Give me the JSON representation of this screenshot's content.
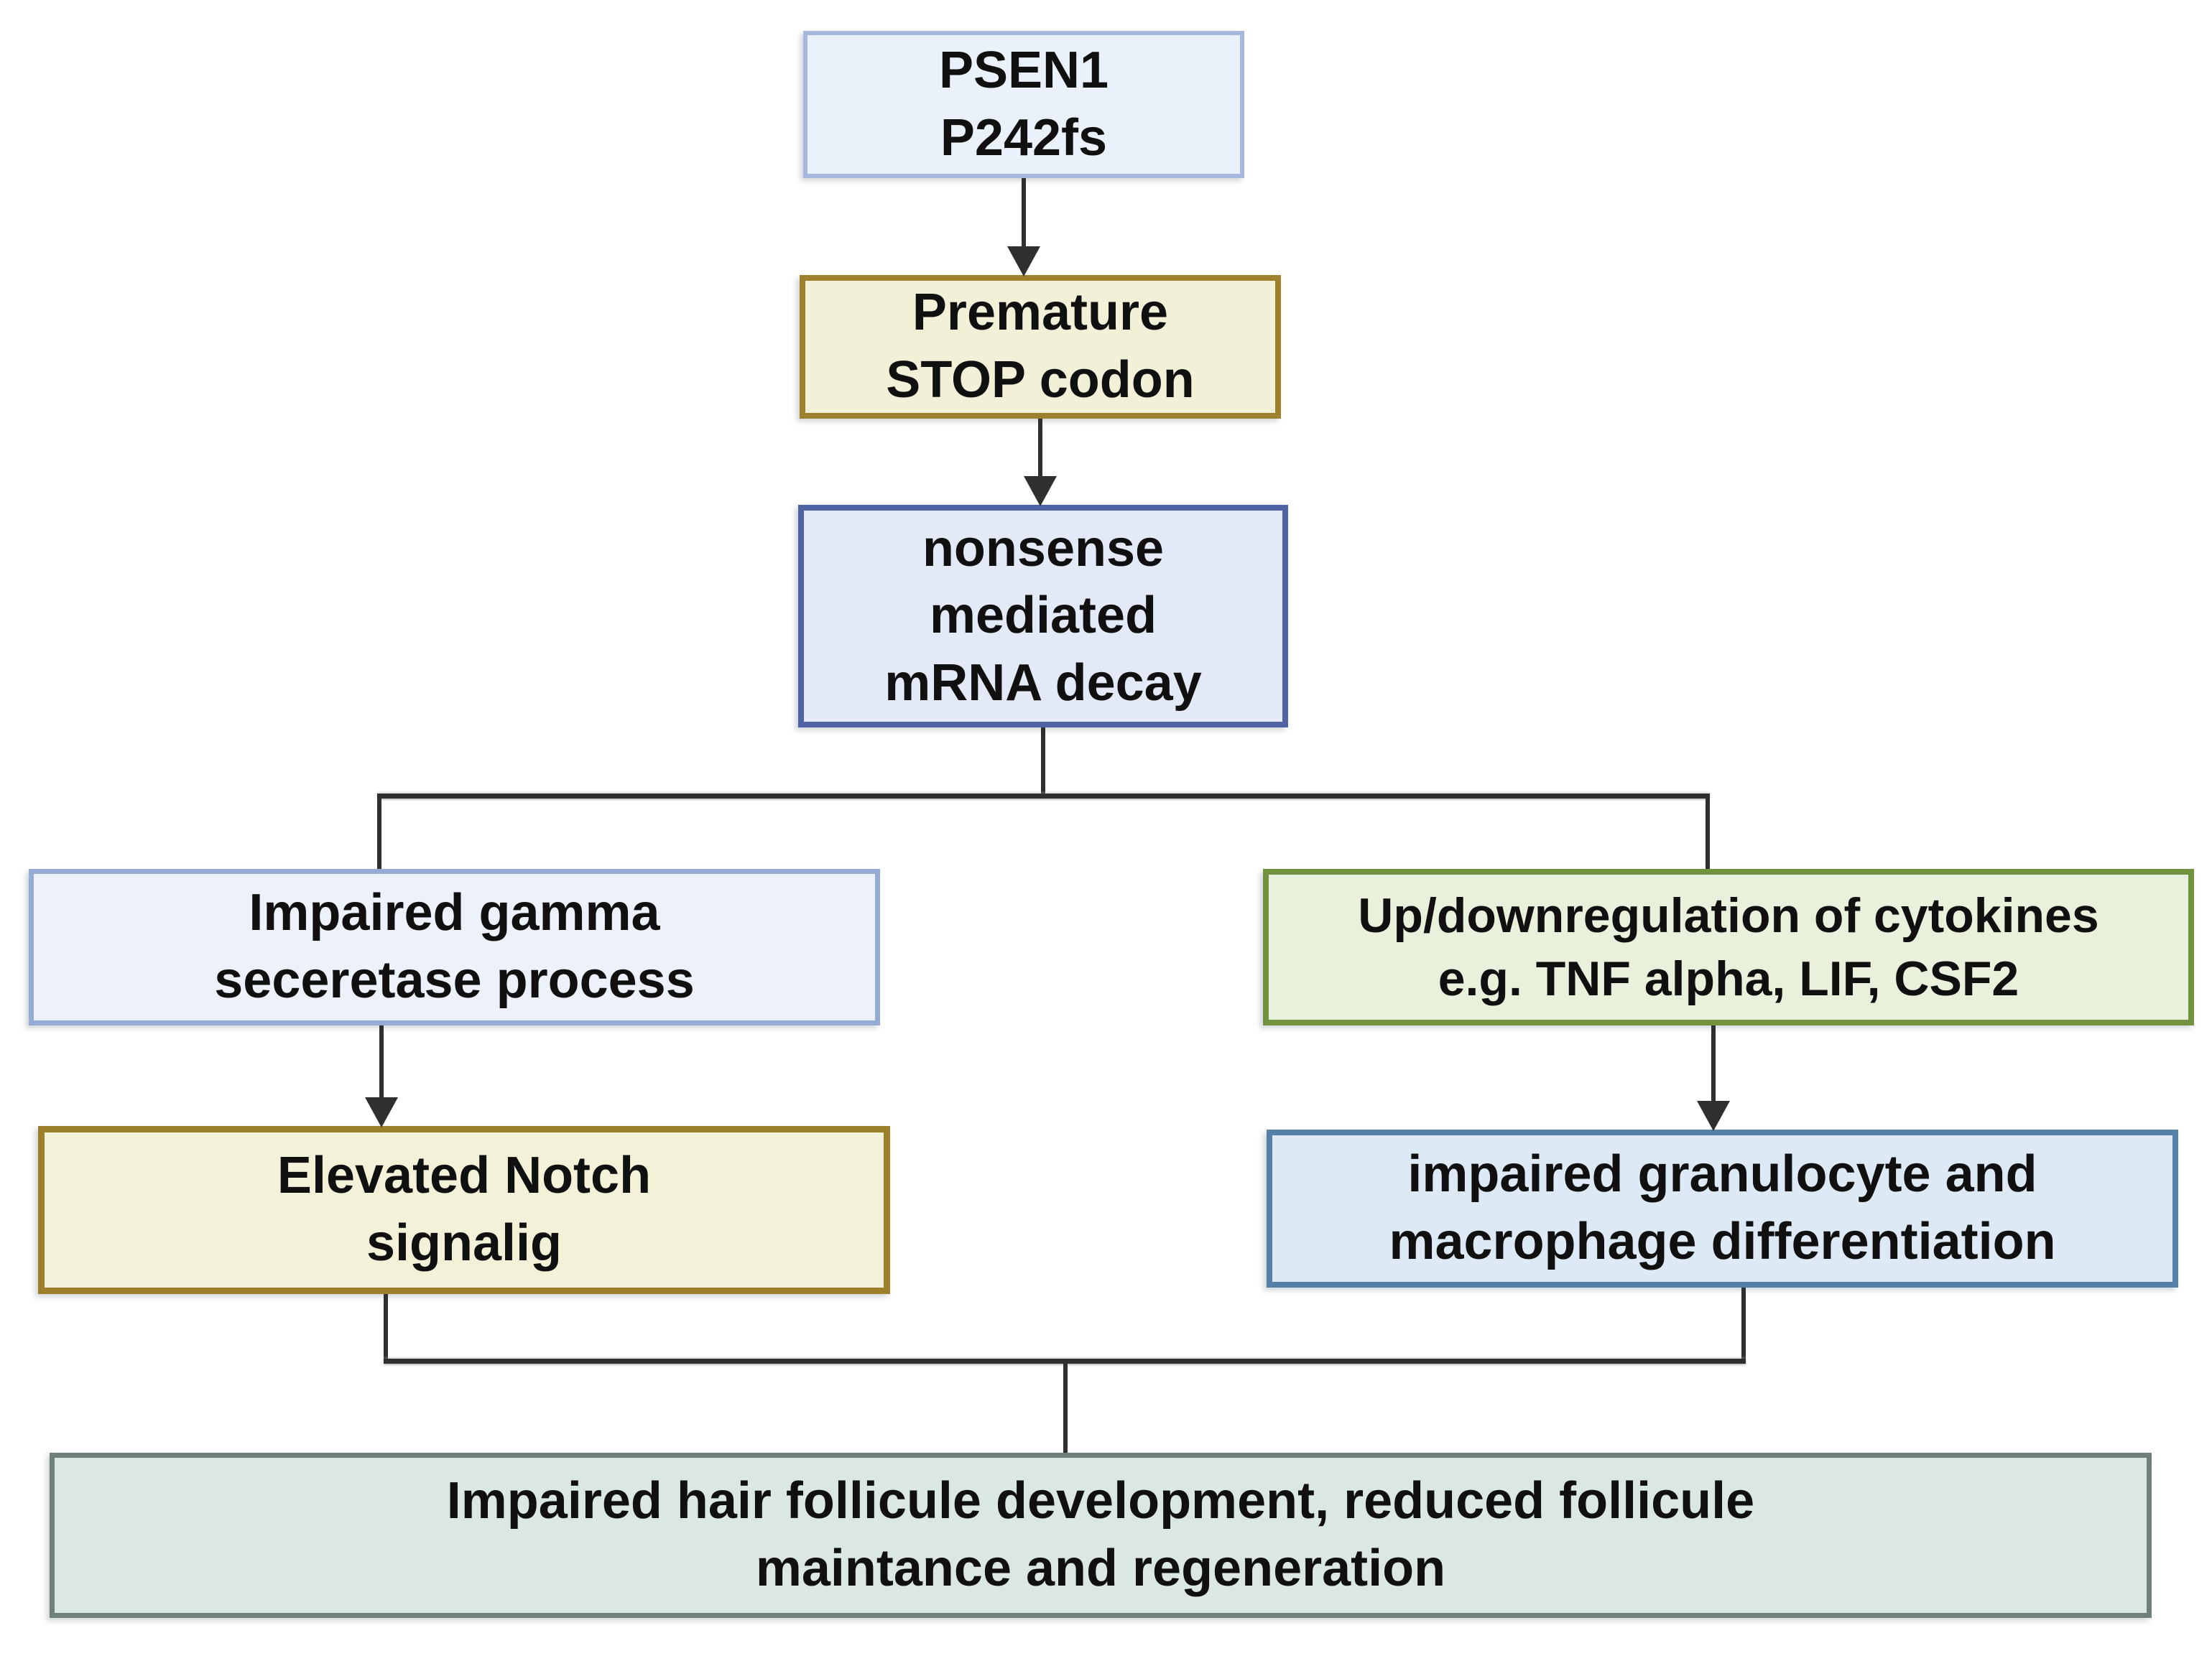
{
  "diagram": {
    "title": "PSEN1 P242fs pathway flowchart",
    "background_color": "#ffffff",
    "connector_color": "#2f2f2f",
    "nodes": [
      {
        "id": "psen1",
        "label": "PSEN1\nP242fs",
        "fill": "#ebf1fa",
        "border": "#a6b9dd"
      },
      {
        "id": "premature-stop",
        "label": "Premature\nSTOP codon",
        "fill": "#f3f0d8",
        "border": "#9d812d"
      },
      {
        "id": "nmd",
        "label": "nonsense\nmediated\nmRNA decay",
        "fill": "#e4e9f7",
        "border": "#4f63a5"
      },
      {
        "id": "gamma-secretase",
        "label": "Impaired gamma\nseceretase process",
        "fill": "#ecf1fa",
        "border": "#96abd4"
      },
      {
        "id": "cytokines",
        "label": "Up/downregulation of cytokines\ne.g. TNF alpha, LIF, CSF2",
        "fill": "#e9f0dc",
        "border": "#71923f"
      },
      {
        "id": "notch",
        "label": "Elevated Notch\nsignalig",
        "fill": "#f3f1d7",
        "border": "#9b7f2b"
      },
      {
        "id": "granulocyte",
        "label": "impaired granulocyte and\nmacrophage differentiation",
        "fill": "#ddeaf6",
        "border": "#5580a8"
      },
      {
        "id": "outcome",
        "label": "Impaired hair follicule development, reduced follicule\nmaintance and regeneration",
        "fill": "#dbe7e3",
        "border": "#6d807b"
      }
    ]
  }
}
